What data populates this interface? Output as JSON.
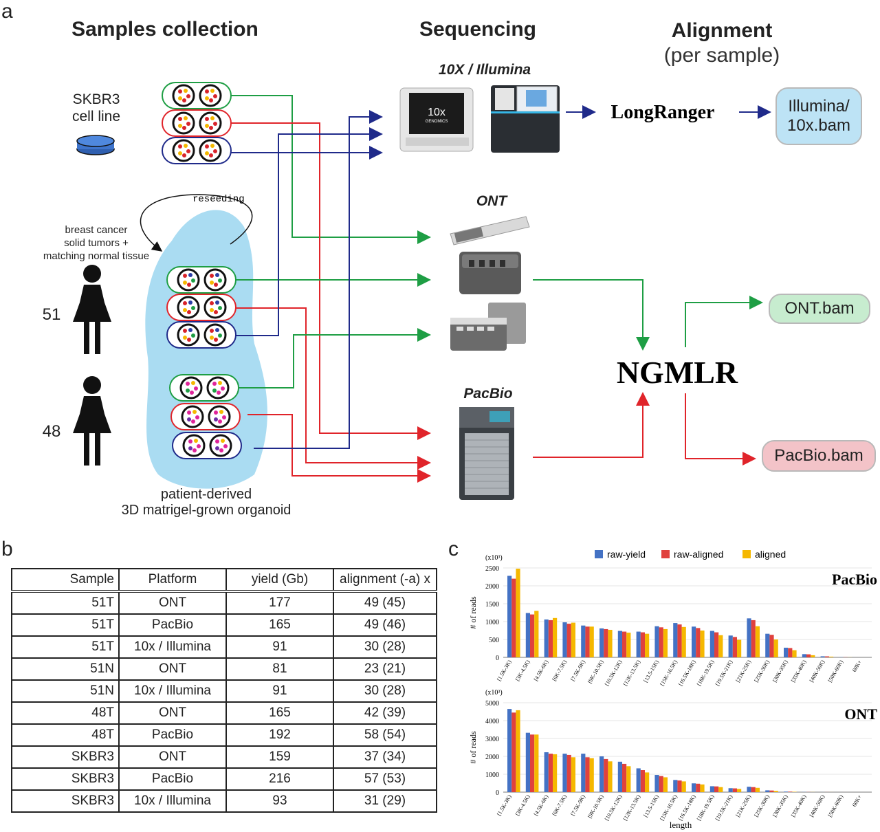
{
  "panels": {
    "a": "a",
    "b": "b",
    "c": "c"
  },
  "headers": {
    "samples": "Samples collection",
    "sequencing": "Sequencing",
    "alignment": "Alignment",
    "alignment_sub": "(per sample)"
  },
  "labels": {
    "skbr3": "SKBR3\ncell line",
    "reseeding": "reseeding",
    "breast": "breast cancer\nsolid tumors +\nmatching normal tissue",
    "patient51": "51",
    "patient48": "48",
    "organoid": "patient-derived\n3D matrigel-grown organoid",
    "illumina_platform": "10X / Illumina",
    "ont_platform": "ONT",
    "pacbio_platform": "PacBio",
    "longranger": "LongRanger",
    "ngmlr": "NGMLR",
    "tenx_logo": "10x",
    "tenx_logo_sub": "GENOMICS"
  },
  "outputs": {
    "illumina": "Illumina/\n10x.bam",
    "ont": "ONT.bam",
    "pacbio": "PacBio.bam"
  },
  "colors": {
    "green": "#1e9e44",
    "red": "#e0242a",
    "blue": "#1f2a8a",
    "organoid": "#aadcf2",
    "illumina_box": "#bde3f5",
    "ont_box": "#c7eccf",
    "pacbio_box": "#f3c3c8",
    "raw_yield": "#4472c4",
    "raw_aligned": "#e0413d",
    "aligned": "#f5b800"
  },
  "table": {
    "headers": [
      "Sample",
      "Platform",
      "yield (Gb)",
      "alignment (-a) x"
    ],
    "rows": [
      [
        "51T",
        "ONT",
        "177",
        "49 (45)"
      ],
      [
        "51T",
        "PacBio",
        "165",
        "49 (46)"
      ],
      [
        "51T",
        "10x / Illumina",
        "91",
        "30 (28)"
      ],
      [
        "51N",
        "ONT",
        "81",
        "23 (21)"
      ],
      [
        "51N",
        "10x / Illumina",
        "91",
        "30 (28)"
      ],
      [
        "48T",
        "ONT",
        "165",
        "42 (39)"
      ],
      [
        "48T",
        "PacBio",
        "192",
        "58 (54)"
      ],
      [
        "SKBR3",
        "ONT",
        "159",
        "37 (34)"
      ],
      [
        "SKBR3",
        "PacBio",
        "216",
        "57 (53)"
      ],
      [
        "SKBR3",
        "10x / Illumina",
        "93",
        "31 (29)"
      ]
    ]
  },
  "chart_data": [
    {
      "type": "bar",
      "title": "PacBio",
      "ylabel": "# of reads",
      "unit": "(x10³)",
      "ylim": [
        0,
        2500
      ],
      "yticks": [
        0,
        500,
        1000,
        1500,
        2000,
        2500
      ],
      "categories": [
        "[1.5K-3K)",
        "[3K-4.5K)",
        "[4.5K-6K)",
        "[6K-7.5K)",
        "[7.5K-9K)",
        "[9K-10.5K)",
        "[10.5K-12K)",
        "[12K-13.5K)",
        "[13.5-15K)",
        "[15K-16.5K)",
        "[16.5K-18K)",
        "[18K-19.5K)",
        "[19.5K-21K)",
        "[21K-25K)",
        "[25K-30K)",
        "[30K-35K)",
        "[35K-40K)",
        "[40K-50K)",
        "[50K-60K)",
        "60K+"
      ],
      "legend_position": "top",
      "series": [
        {
          "name": "raw-yield",
          "values": [
            2280,
            1240,
            1060,
            980,
            890,
            810,
            740,
            720,
            870,
            960,
            860,
            740,
            610,
            1090,
            660,
            270,
            90,
            30,
            5,
            0
          ]
        },
        {
          "name": "raw-aligned",
          "values": [
            2200,
            1200,
            1040,
            940,
            860,
            790,
            720,
            700,
            840,
            920,
            820,
            700,
            570,
            1040,
            630,
            260,
            85,
            28,
            5,
            0
          ]
        },
        {
          "name": "aligned",
          "values": [
            2480,
            1300,
            1100,
            970,
            860,
            770,
            690,
            660,
            790,
            850,
            750,
            620,
            490,
            870,
            500,
            200,
            60,
            20,
            3,
            0
          ]
        }
      ]
    },
    {
      "type": "bar",
      "title": "ONT",
      "ylabel": "# of reads",
      "xlabel": "length",
      "unit": "(x10³)",
      "ylim": [
        0,
        5000
      ],
      "yticks": [
        0,
        1000,
        2000,
        3000,
        4000,
        5000
      ],
      "categories": [
        "[1.5K-3K)",
        "[3K-4.5K)",
        "[4.5K-6K)",
        "[6K-7.5K)",
        "[7.5K-9K)",
        "[9K-10.5K)",
        "[10.5K-12K)",
        "[12K-13.5K)",
        "[13.5-15K)",
        "[15K-16.5K)",
        "[16.5K-18K)",
        "[18K-19.5K)",
        "[19.5K-21K)",
        "[21K-25K)",
        "[25K-30K)",
        "[30K-35K)",
        "[35K-40K)",
        "[40K-50K)",
        "[50K-60K)",
        "60K+"
      ],
      "series": [
        {
          "name": "raw-yield",
          "values": [
            4650,
            3320,
            2230,
            2150,
            2150,
            2000,
            1700,
            1330,
            960,
            680,
            490,
            330,
            220,
            300,
            100,
            30,
            8,
            3,
            1,
            0
          ]
        },
        {
          "name": "raw-aligned",
          "values": [
            4450,
            3220,
            2150,
            2080,
            1950,
            1850,
            1580,
            1230,
            900,
            650,
            470,
            320,
            210,
            280,
            90,
            28,
            7,
            3,
            1,
            0
          ]
        },
        {
          "name": "aligned",
          "values": [
            4580,
            3220,
            2120,
            1950,
            1900,
            1720,
            1450,
            1100,
            830,
            600,
            430,
            280,
            180,
            240,
            70,
            20,
            5,
            2,
            0,
            0
          ]
        }
      ]
    }
  ]
}
